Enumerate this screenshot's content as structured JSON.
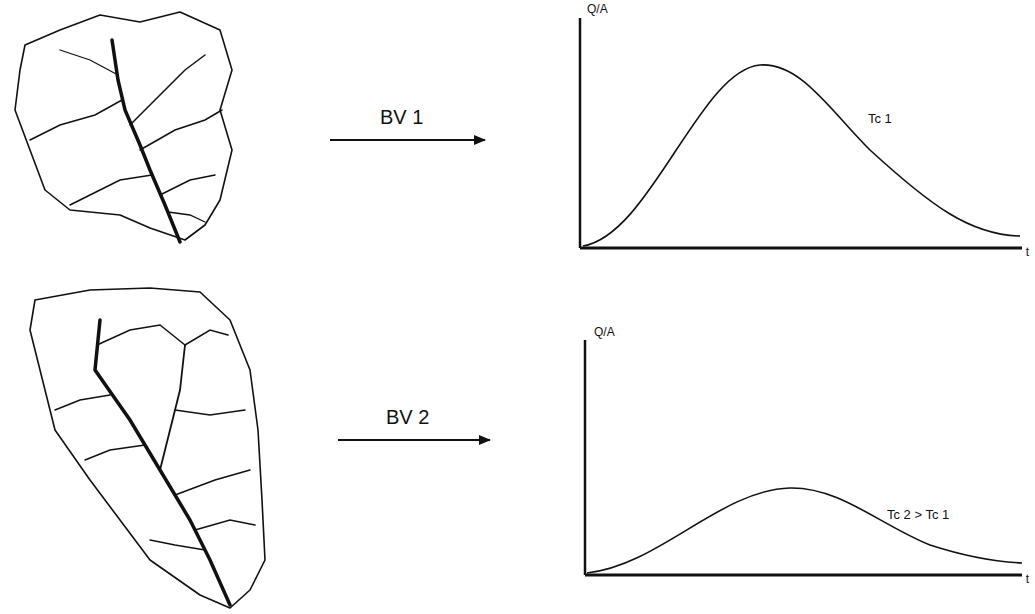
{
  "diagram": {
    "labels": [
      "BV 1",
      "Q/A",
      "Tc 1",
      "t",
      "BV 2",
      "Q/A",
      "Tc 2 > Tc 1",
      "t"
    ]
  }
}
